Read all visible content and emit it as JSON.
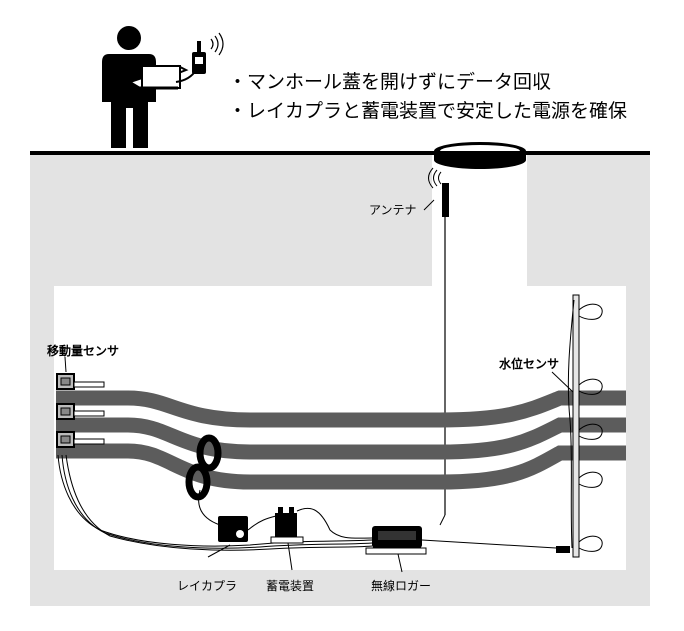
{
  "bullets": [
    "・マンホール蓋を開けずにデータ回収",
    "・レイカプラと蓄電装置で安定した電源を確保"
  ],
  "labels": {
    "antenna": "アンテナ",
    "displacement_sensor": "移動量センサ",
    "water_level_sensor": "水位センサ",
    "rei_coupler": "レイカプラ",
    "storage_device": "蓄電装置",
    "wireless_logger": "無線ロガー"
  },
  "colors": {
    "ground": "#e3e3e3",
    "pipe": "#5c5c5c",
    "black": "#000000"
  },
  "icons": [
    "person-icon",
    "laptop-icon",
    "handheld-receiver-icon",
    "wireless-signal-icon"
  ]
}
